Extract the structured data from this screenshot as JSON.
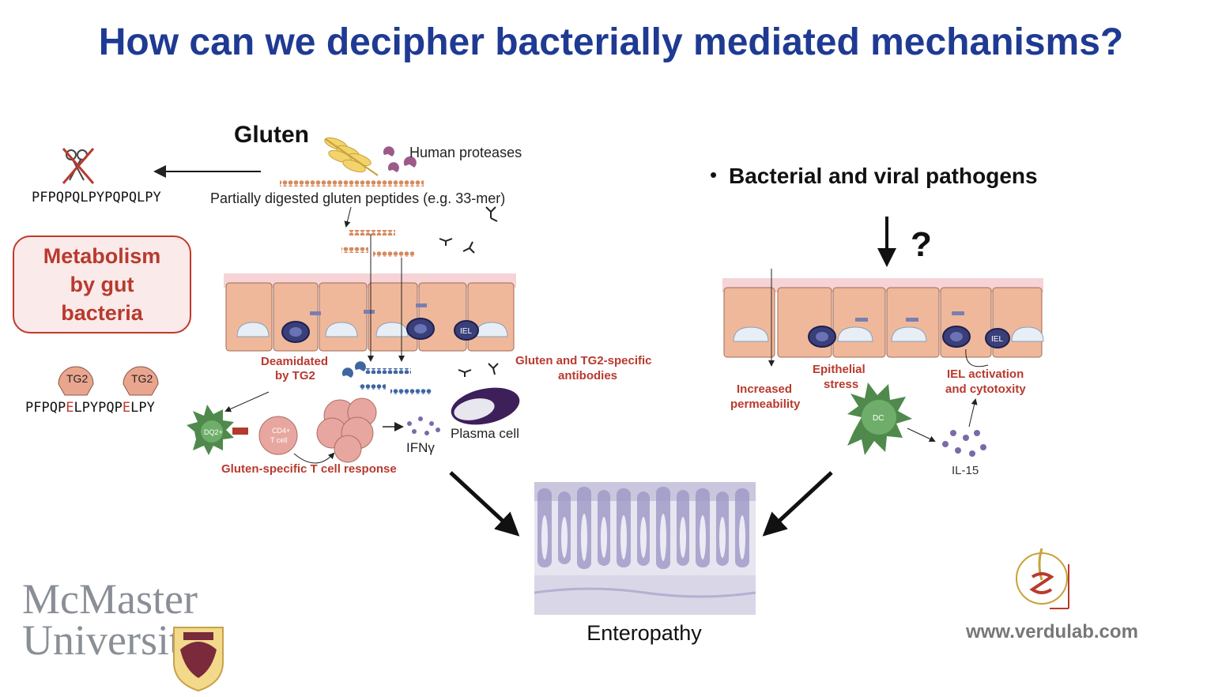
{
  "title": "How can we decipher bacterially mediated mechanisms?",
  "left_panel": {
    "gluten_label": "Gluten",
    "human_proteases": "Human proteases",
    "partially_digested": "Partially digested gluten peptides (e.g. 33-mer)",
    "peptide_sequence": "PFPQPQLPYPQPQLPY",
    "metabolism_box": "Metabolism\nby gut\nbacteria",
    "tg2_label": "TG2",
    "deamidated_sequence_parts": [
      "PFPQP",
      "E",
      "LPYPQP",
      "E",
      "LPY"
    ],
    "deamidated_label": "Deamidated",
    "by_tg2_label": "by TG2",
    "antibodies_label_line1": "Gluten and TG2-specific",
    "antibodies_label_line2": "antibodies",
    "iel_label": "IEL",
    "dq_label": "DQ2+",
    "cd4_label_line1": "CD4+",
    "cd4_label_line2": "T cell",
    "ifn_label": "IFNγ",
    "plasma_cell_label": "Plasma cell",
    "t_cell_response": "Gluten-specific T cell response"
  },
  "right_panel": {
    "bullet": "•",
    "pathogens": "Bacterial and viral pathogens",
    "question_mark": "?",
    "increased_permeability_line1": "Increased",
    "increased_permeability_line2": "permeability",
    "epithelial_stress_line1": "Epithelial",
    "epithelial_stress_line2": "stress",
    "iel_activation_line1": "IEL activation",
    "iel_activation_line2": "and cytotoxity",
    "iel_label": "IEL",
    "dc_label": "DC",
    "il15_label": "IL-15"
  },
  "enteropathy_label": "Enteropathy",
  "footer": {
    "university_name": "McMaster\nUniversity",
    "lab_url": "www.verdulab.com"
  },
  "colors": {
    "title": "#1f3a93",
    "red_label": "#b83a2e",
    "cell_fill": "#f0b89a",
    "cell_stroke": "#9e6a55",
    "nucleus": "#3a3f7a",
    "peptide": "#d58a5c",
    "deamidated_peptide": "#3f66a0",
    "dendritic": "#4f8a4c"
  }
}
